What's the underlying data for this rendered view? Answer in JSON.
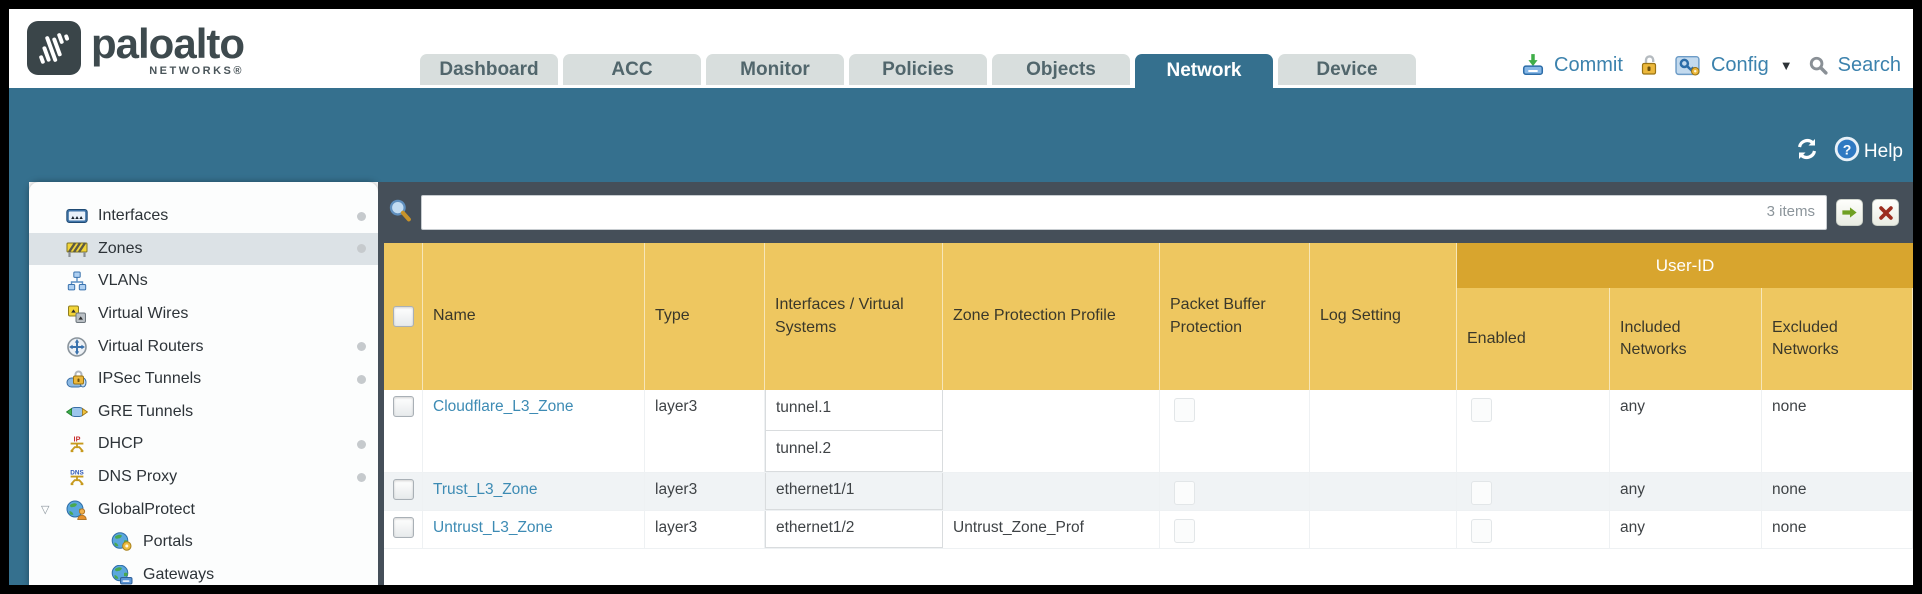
{
  "brand": {
    "name": "paloalto",
    "sub": "NETWORKS®"
  },
  "nav": {
    "tabs": [
      {
        "label": "Dashboard",
        "active": false
      },
      {
        "label": "ACC",
        "active": false
      },
      {
        "label": "Monitor",
        "active": false
      },
      {
        "label": "Policies",
        "active": false
      },
      {
        "label": "Objects",
        "active": false
      },
      {
        "label": "Network",
        "active": true
      },
      {
        "label": "Device",
        "active": false
      }
    ],
    "utility": {
      "commit_label": "Commit",
      "config_label": "Config",
      "search_label": "Search"
    }
  },
  "band": {
    "help_label": "Help"
  },
  "toolbar": {
    "filter_value": "",
    "items_count": "3 items"
  },
  "sidebar": {
    "items": [
      {
        "label": "Interfaces",
        "icon": "interfaces-icon",
        "selected": false,
        "dot": true,
        "child": false,
        "expander": false
      },
      {
        "label": "Zones",
        "icon": "zones-icon",
        "selected": true,
        "dot": true,
        "child": false,
        "expander": false
      },
      {
        "label": "VLANs",
        "icon": "vlans-icon",
        "selected": false,
        "dot": false,
        "child": false,
        "expander": false
      },
      {
        "label": "Virtual Wires",
        "icon": "virtual-wires-icon",
        "selected": false,
        "dot": false,
        "child": false,
        "expander": false
      },
      {
        "label": "Virtual Routers",
        "icon": "virtual-routers-icon",
        "selected": false,
        "dot": true,
        "child": false,
        "expander": false
      },
      {
        "label": "IPSec Tunnels",
        "icon": "ipsec-tunnels-icon",
        "selected": false,
        "dot": true,
        "child": false,
        "expander": false
      },
      {
        "label": "GRE Tunnels",
        "icon": "gre-tunnels-icon",
        "selected": false,
        "dot": false,
        "child": false,
        "expander": false
      },
      {
        "label": "DHCP",
        "icon": "dhcp-icon",
        "selected": false,
        "dot": true,
        "child": false,
        "expander": false
      },
      {
        "label": "DNS Proxy",
        "icon": "dns-proxy-icon",
        "selected": false,
        "dot": true,
        "child": false,
        "expander": false
      },
      {
        "label": "GlobalProtect",
        "icon": "globalprotect-icon",
        "selected": false,
        "dot": false,
        "child": false,
        "expander": true
      },
      {
        "label": "Portals",
        "icon": "portals-icon",
        "selected": false,
        "dot": false,
        "child": true,
        "expander": false
      },
      {
        "label": "Gateways",
        "icon": "gateways-icon",
        "selected": false,
        "dot": false,
        "child": true,
        "expander": false
      }
    ]
  },
  "table": {
    "group_header": "User-ID",
    "columns": {
      "name": "Name",
      "type": "Type",
      "interfaces": "Interfaces / Virtual Systems",
      "zone_protection_profile": "Zone Protection Profile",
      "packet_buffer_protection": "Packet Buffer Protection",
      "log_setting": "Log Setting",
      "enabled": "Enabled",
      "included_networks": "Included Networks",
      "excluded_networks": "Excluded Networks"
    },
    "rows": [
      {
        "name": "Cloudflare_L3_Zone",
        "type": "layer3",
        "interfaces": [
          "tunnel.1",
          "tunnel.2"
        ],
        "zone_protection_profile": "",
        "packet_buffer_protection": false,
        "log_setting": "",
        "user_id_enabled": false,
        "included_networks": "any",
        "excluded_networks": "none"
      },
      {
        "name": "Trust_L3_Zone",
        "type": "layer3",
        "interfaces": [
          "ethernet1/1"
        ],
        "zone_protection_profile": "",
        "packet_buffer_protection": false,
        "log_setting": "",
        "user_id_enabled": false,
        "included_networks": "any",
        "excluded_networks": "none"
      },
      {
        "name": "Untrust_L3_Zone",
        "type": "layer3",
        "interfaces": [
          "ethernet1/2"
        ],
        "zone_protection_profile": "Untrust_Zone_Prof",
        "packet_buffer_protection": false,
        "log_setting": "",
        "user_id_enabled": false,
        "included_networks": "any",
        "excluded_networks": "none"
      }
    ]
  }
}
